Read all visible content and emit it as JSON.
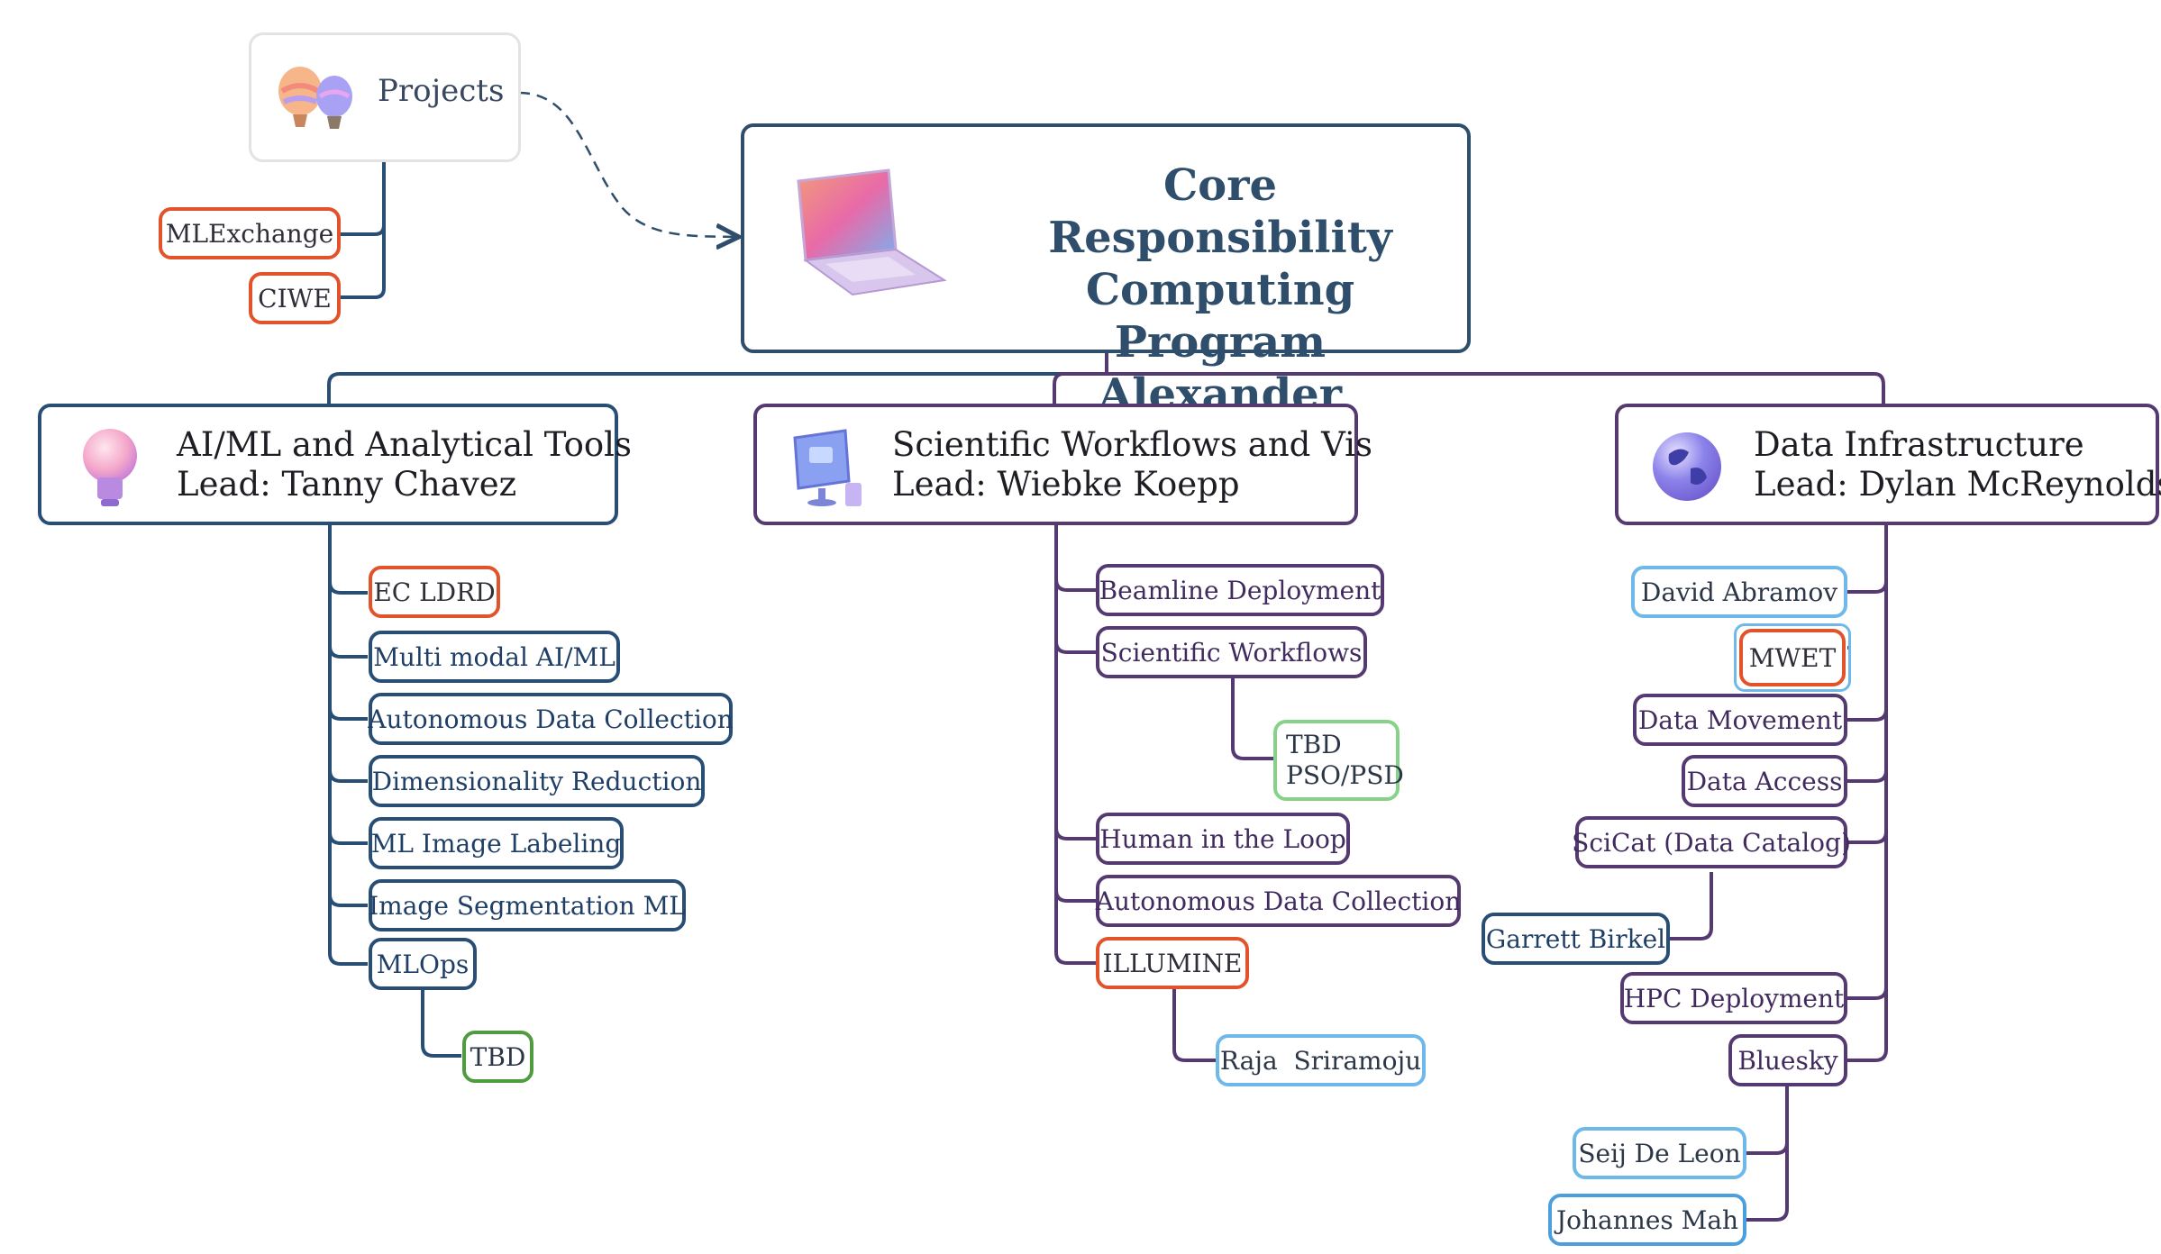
{
  "projects": {
    "label": "Projects",
    "items": [
      "MLExchange",
      "CIWE"
    ]
  },
  "root": {
    "lines": [
      "Core Responsibility",
      "Computing Program",
      "Alexander Hexemer"
    ]
  },
  "branches": [
    {
      "title": "AI/ML and Analytical Tools",
      "lead": "Lead: Tanny Chavez",
      "items": [
        "EC LDRD",
        "Multi modal AI/ML",
        "Autonomous Data Collection",
        "Dimensionality Reduction",
        "ML Image Labeling",
        "Image Segmentation ML",
        "MLOps"
      ],
      "sub": {
        "mlops": "TBD"
      }
    },
    {
      "title": "Scientific Workflows and Vis",
      "lead": "Lead: Wiebke Koepp",
      "items": [
        "Beamline Deployment",
        "Scientific Workflows",
        "Human in the Loop",
        "Autonomous Data Collection",
        "ILLUMINE"
      ],
      "sub": {
        "workflows": [
          "TBD",
          "PSO/PSD"
        ],
        "illumine": "Raja  Sriramoju"
      }
    },
    {
      "title": "Data Infrastructure",
      "lead": "Lead: Dylan McReynolds",
      "items": [
        "David Abramov",
        "MWET",
        "Data Movement",
        "Data Access",
        "SciCat (Data Catalog)",
        "HPC Deployment",
        "Bluesky"
      ],
      "sub": {
        "scicat": "Garrett Birkel",
        "bluesky": [
          "Seij De Leon",
          "Johannes Mah"
        ]
      }
    }
  ],
  "colors": {
    "blue": "#284e75",
    "purple": "#553a72",
    "orange": "#e2532b",
    "lightblue": "#6fb9ea",
    "green": "#86d289",
    "root": "#2e4e6b"
  },
  "icons": [
    "hot-air-balloons-icon",
    "laptop-icon",
    "lightbulb-icon",
    "computer-monitor-icon",
    "globe-icon"
  ]
}
